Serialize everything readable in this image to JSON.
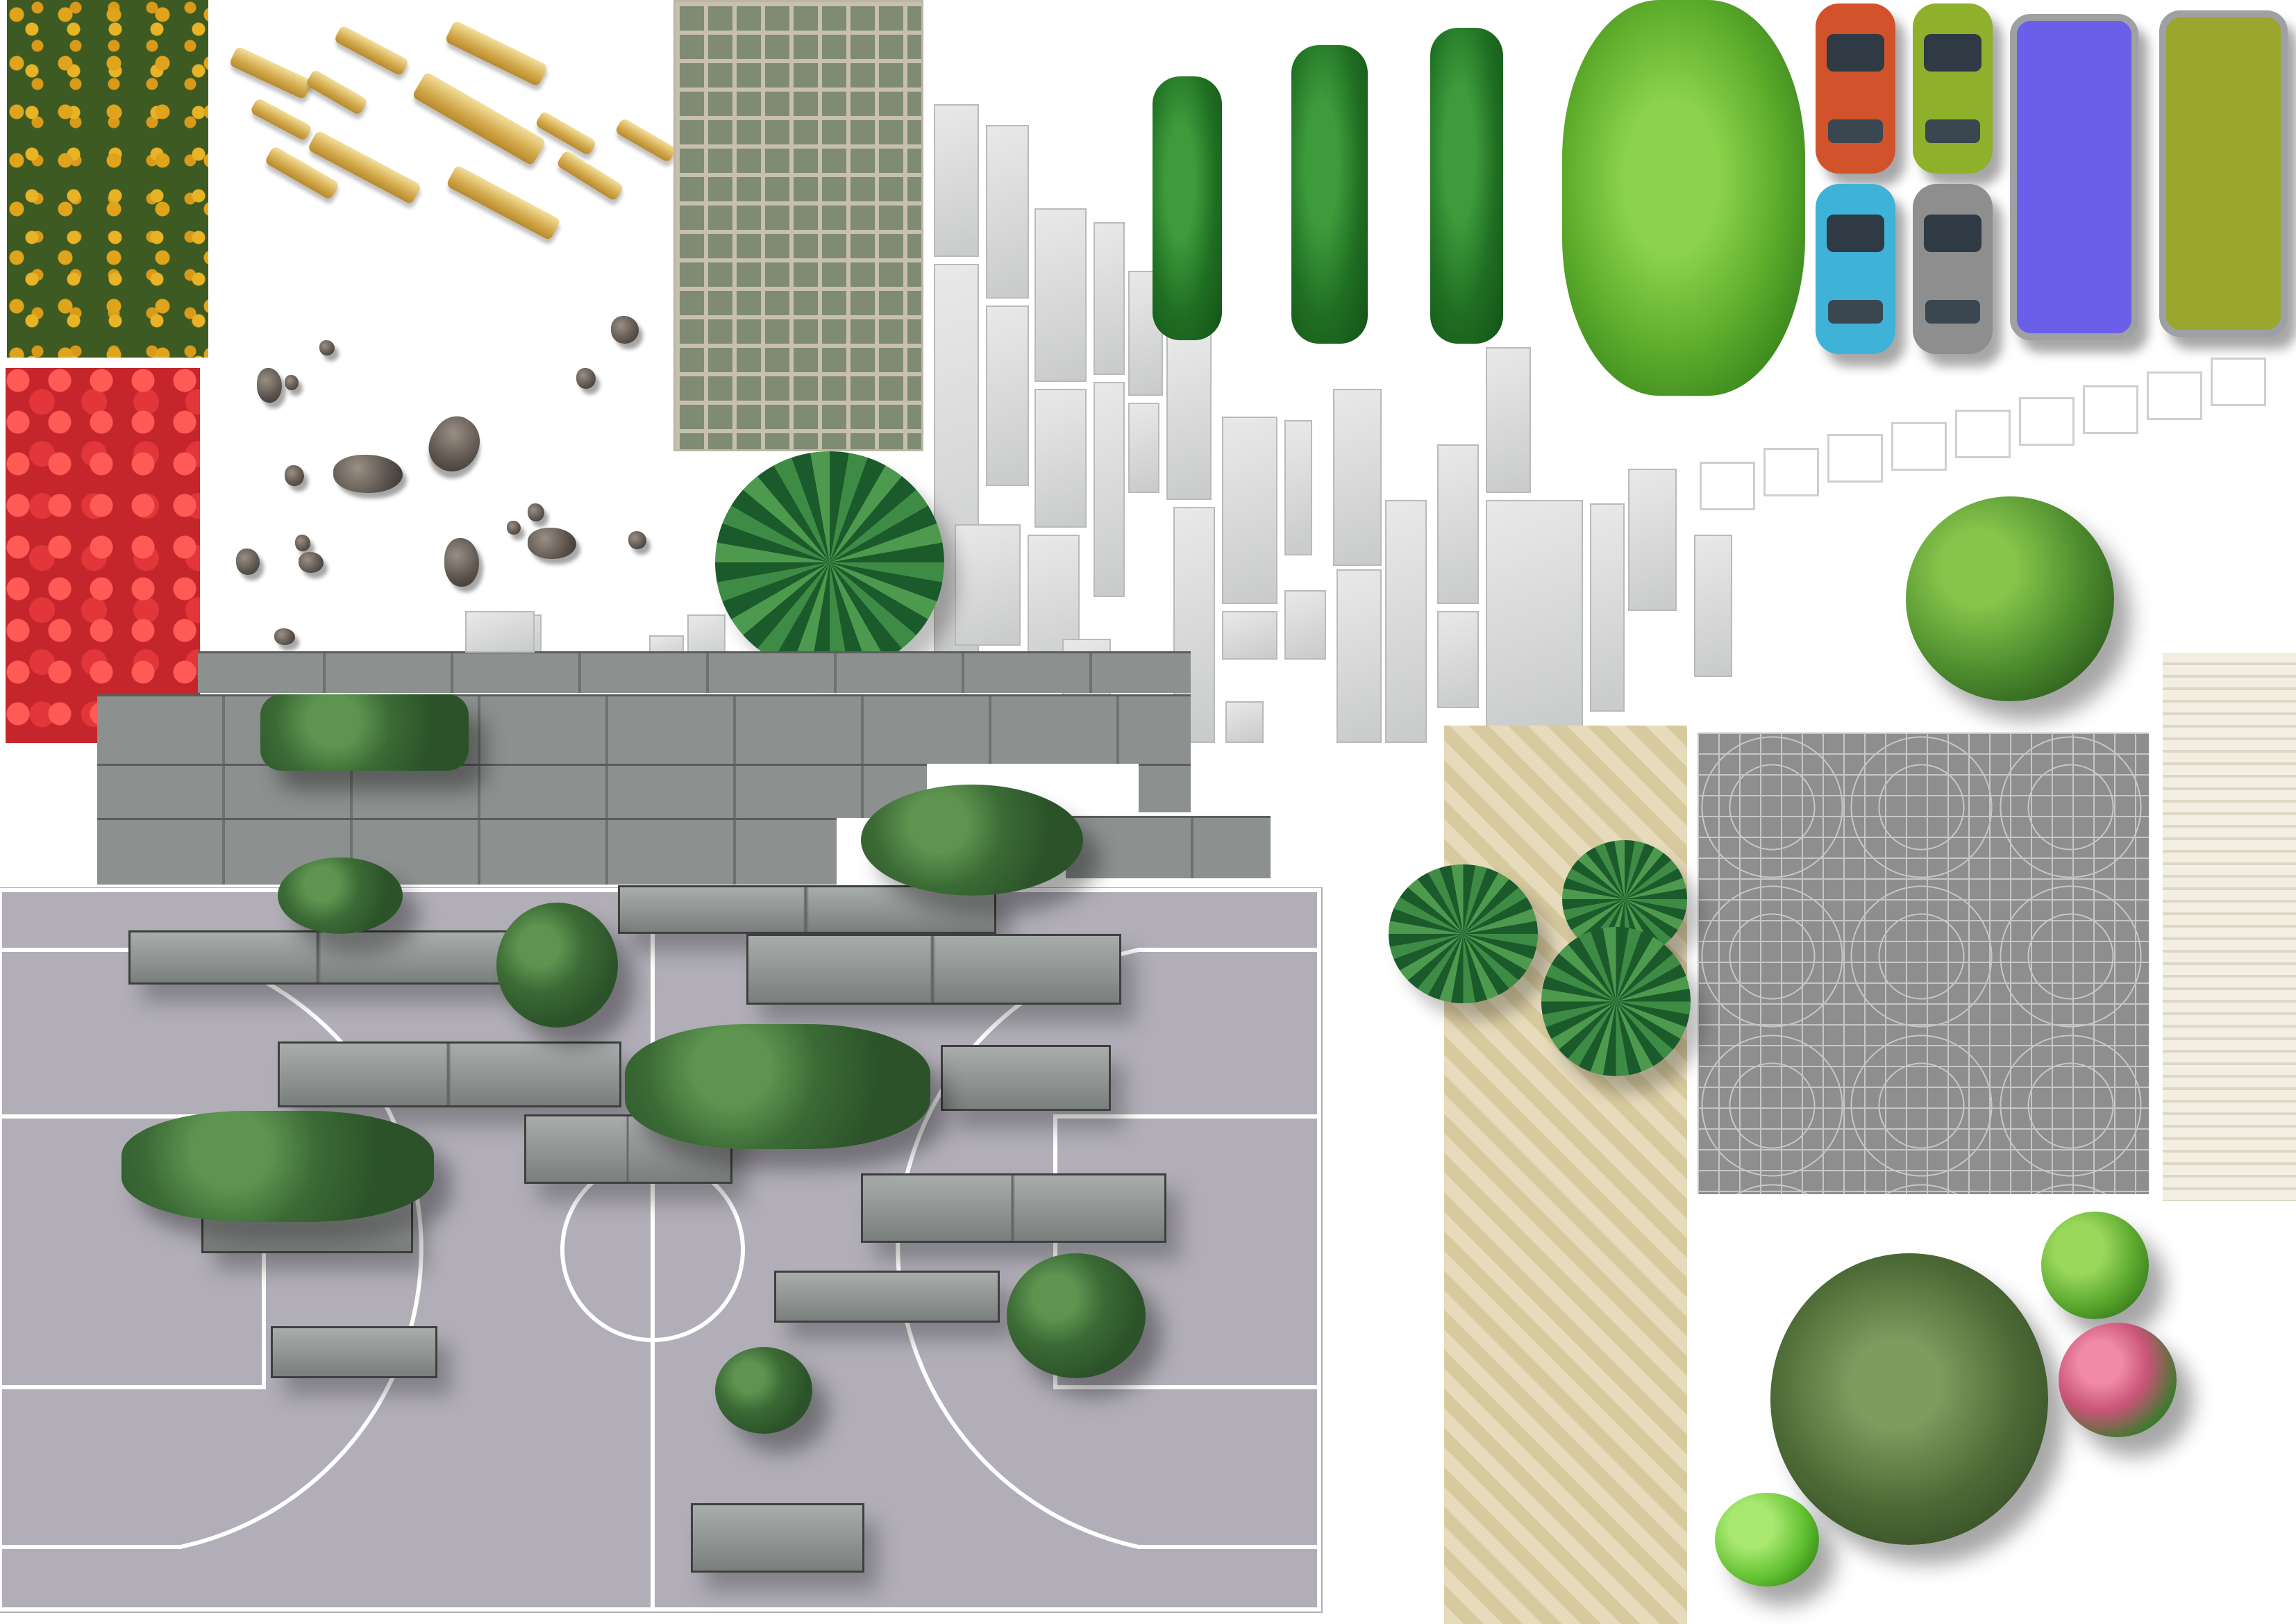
{
  "canvas": {
    "background": "#ffffff"
  },
  "palette": {
    "court": "#b1aeb7",
    "court_line": "#ffffff",
    "grass_dark": "#1f6e22",
    "grass_light": "#6fc43a",
    "stone": "#8c908e",
    "flower_red": "#d8383d",
    "flower_yellow": "#e0a41c",
    "car_red": "#d2522c",
    "car_olive": "#8fb02a",
    "car_blue": "#3fb2d8",
    "car_grey": "#8e8e8e",
    "van_purple": "#6b5ee8",
    "van_olive": "#9aa62c",
    "paving_beige": "#e0d4b0",
    "paving_grey": "#8e8e8e"
  },
  "assets": [
    {
      "name": "yellow-flower-bed",
      "type": "planting"
    },
    {
      "name": "red-flower-bed",
      "type": "planting"
    },
    {
      "name": "stepping-planks",
      "type": "material"
    },
    {
      "name": "scattered-rocks",
      "type": "material"
    },
    {
      "name": "grass-grid-paver",
      "type": "paving"
    },
    {
      "name": "stone-slab-paving",
      "type": "paving"
    },
    {
      "name": "columnar-hedges",
      "type": "planting"
    },
    {
      "name": "large-shrub-mass",
      "type": "planting"
    },
    {
      "name": "parked-cars",
      "type": "vehicle"
    },
    {
      "name": "outline-squares",
      "type": "symbol"
    },
    {
      "name": "round-shrub",
      "type": "planting"
    },
    {
      "name": "timber-deck",
      "type": "paving"
    },
    {
      "name": "fan-pattern-paving",
      "type": "paving"
    },
    {
      "name": "herringbone-paving",
      "type": "paving"
    },
    {
      "name": "palm-trees",
      "type": "planting"
    },
    {
      "name": "stone-retaining-wall",
      "type": "hardscape"
    },
    {
      "name": "basketball-court",
      "type": "surface"
    },
    {
      "name": "stone-blocks-with-shrubs",
      "type": "hardscape"
    },
    {
      "name": "tree-canopy-group",
      "type": "planting"
    }
  ]
}
